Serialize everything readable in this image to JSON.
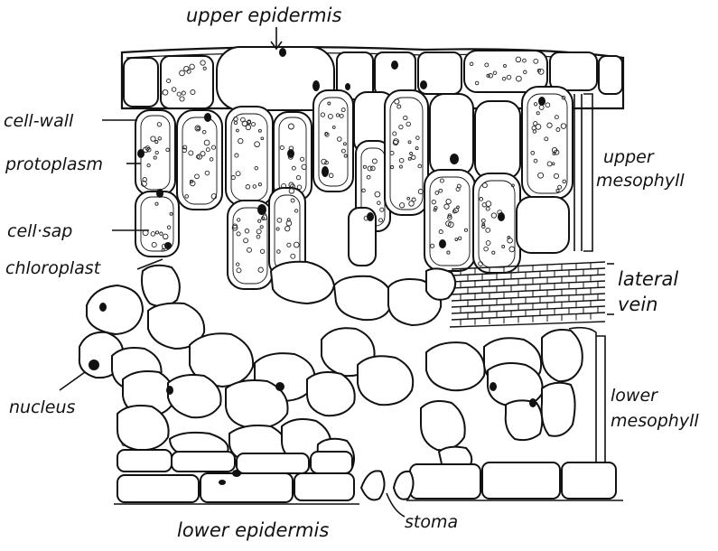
{
  "labels": {
    "upper_epidermis": "upper epidermis",
    "cell_wall": "cell-wall",
    "protoplasm": "protoplasm",
    "cell_sap": "cell·sap",
    "chloroplast": "chloroplast",
    "nucleus": "nucleus",
    "upper_mesophyll_1": "upper",
    "upper_mesophyll_2": "mesophyll",
    "lateral_vein_1": "lateral",
    "lateral_vein_2": "vein",
    "lower_mesophyll_1": "lower",
    "lower_mesophyll_2": "mesophyll",
    "lower_epidermis": "lower epidermis",
    "stoma": "stoma"
  },
  "colors": {
    "ink": "#111111",
    "paper": "#ffffff"
  }
}
